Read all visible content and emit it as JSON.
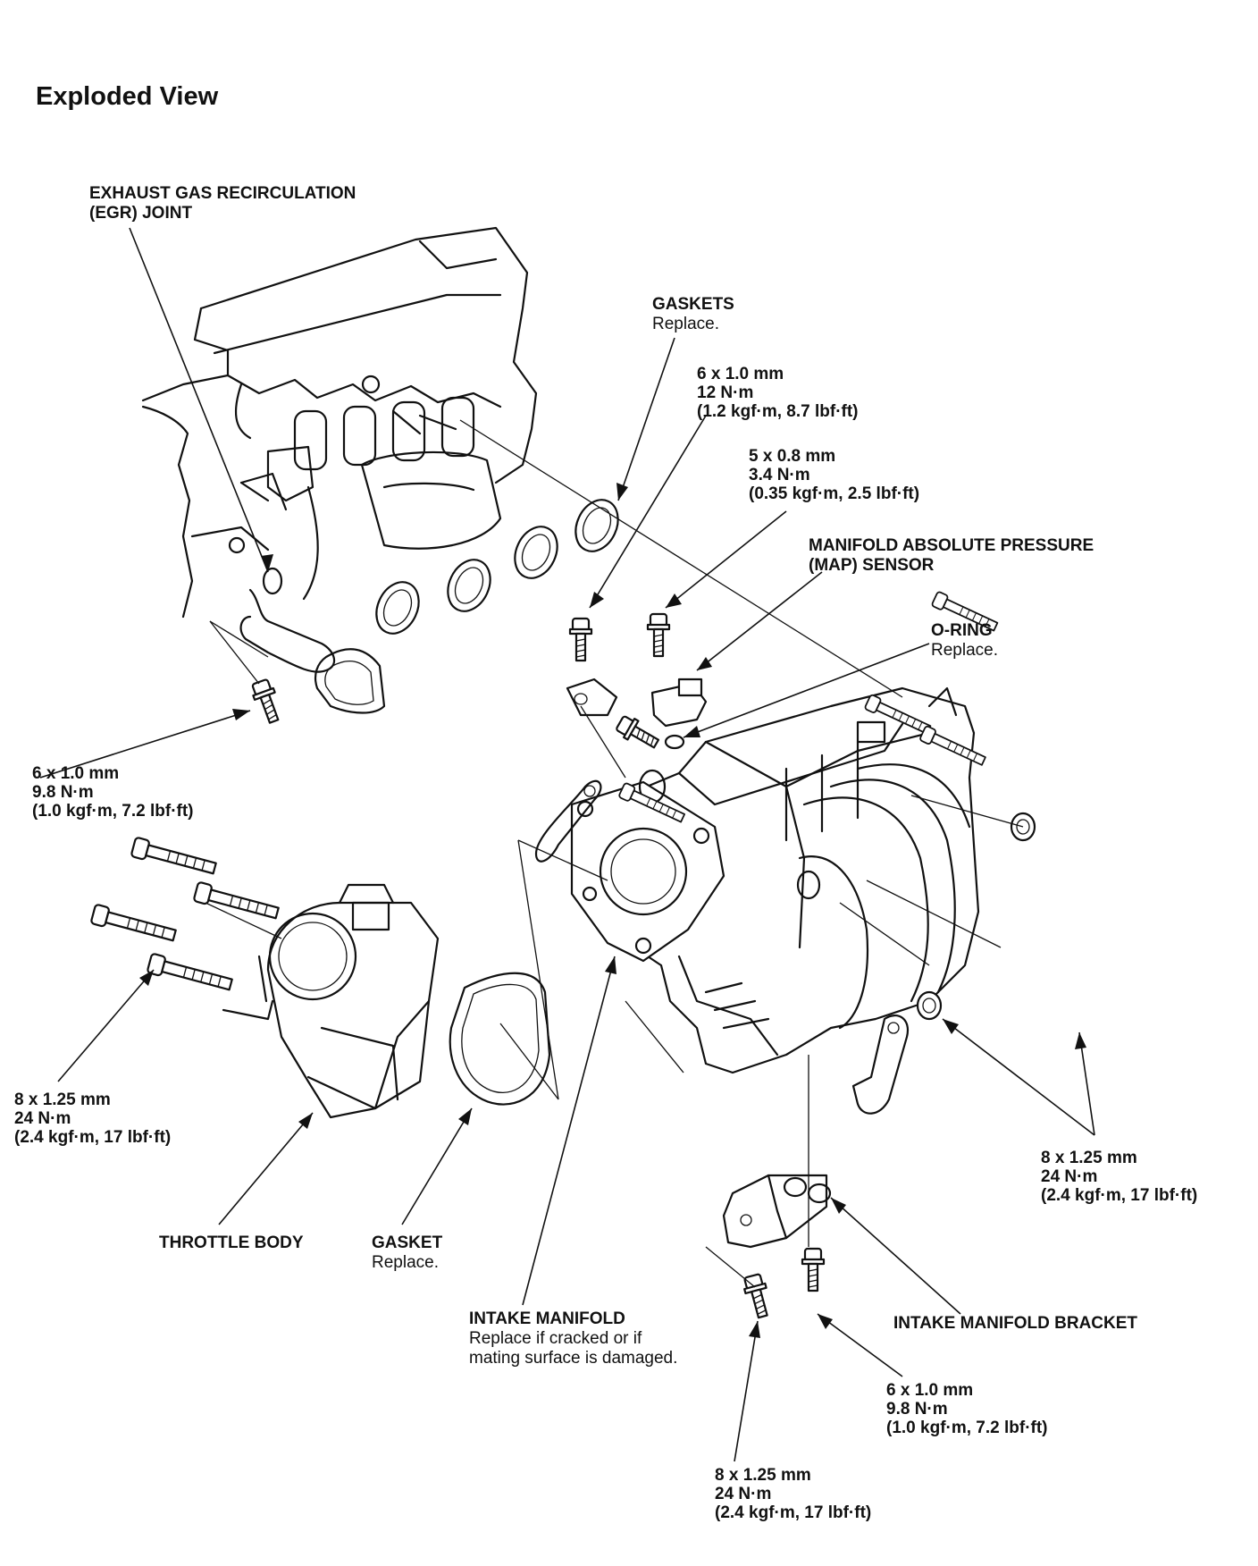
{
  "title": "Exploded View",
  "labels": {
    "egr_joint": {
      "line1": "EXHAUST GAS RECIRCULATION",
      "line2": "(EGR) JOINT"
    },
    "gaskets": {
      "name": "GASKETS",
      "note": "Replace."
    },
    "map_sensor": {
      "line1": "MANIFOLD ABSOLUTE PRESSURE",
      "line2": "(MAP) SENSOR"
    },
    "o_ring": {
      "name": "O-RING",
      "note": "Replace."
    },
    "throttle_body": {
      "name": "THROTTLE BODY"
    },
    "gasket": {
      "name": "GASKET",
      "note": "Replace."
    },
    "intake_manifold": {
      "name": "INTAKE MANIFOLD",
      "note1": "Replace if cracked or if",
      "note2": "mating surface is damaged."
    },
    "intake_manifold_bracket": {
      "name": "INTAKE MANIFOLD BRACKET"
    }
  },
  "specs": {
    "gaskets_bolt": {
      "size": "6 x 1.0 mm",
      "torque": "12 N·m",
      "alt": "(1.2 kgf·m, 8.7 lbf·ft)"
    },
    "map_bolt": {
      "size": "5 x 0.8 mm",
      "torque": "3.4 N·m",
      "alt": "(0.35 kgf·m, 2.5 lbf·ft)"
    },
    "egr_bolt": {
      "size": "6 x 1.0 mm",
      "torque": "9.8 N·m",
      "alt": "(1.0 kgf·m, 7.2 lbf·ft)"
    },
    "throttle_bolts": {
      "size": "8 x 1.25 mm",
      "torque": "24 N·m",
      "alt": "(2.4 kgf·m, 17 lbf·ft)"
    },
    "manifold_nuts": {
      "size": "8 x 1.25 mm",
      "torque": "24 N·m",
      "alt": "(2.4 kgf·m, 17 lbf·ft)"
    },
    "bracket_bolt_small": {
      "size": "6 x 1.0 mm",
      "torque": "9.8 N·m",
      "alt": "(1.0 kgf·m, 7.2 lbf·ft)"
    },
    "bracket_bolt_large": {
      "size": "8 x 1.25 mm",
      "torque": "24 N·m",
      "alt": "(2.4 kgf·m, 17 lbf·ft)"
    }
  }
}
